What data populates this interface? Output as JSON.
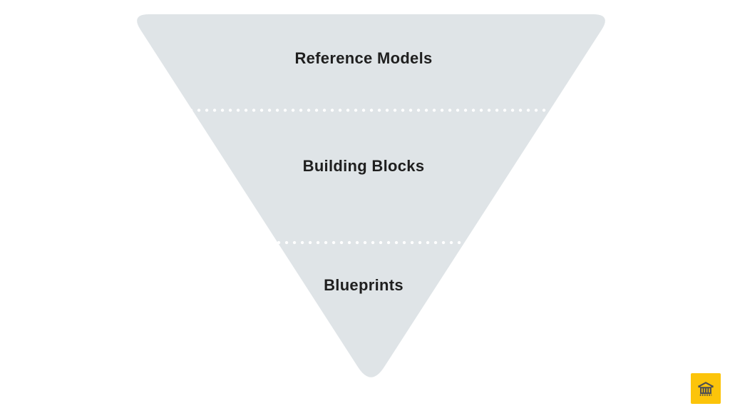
{
  "page": {
    "background_color": "#ffffff"
  },
  "diagram": {
    "type": "inverted-pyramid",
    "fill_color": "#dfe4e7",
    "divider_color": "#ffffff",
    "text_color": "#1f1f1f",
    "levels": [
      {
        "label": "Reference Models"
      },
      {
        "label": "Building Blocks"
      },
      {
        "label": "Blueprints"
      }
    ]
  },
  "badge": {
    "icon": "bank-icon",
    "background_color": "#fcc40a",
    "icon_color": "#4d4e52"
  }
}
